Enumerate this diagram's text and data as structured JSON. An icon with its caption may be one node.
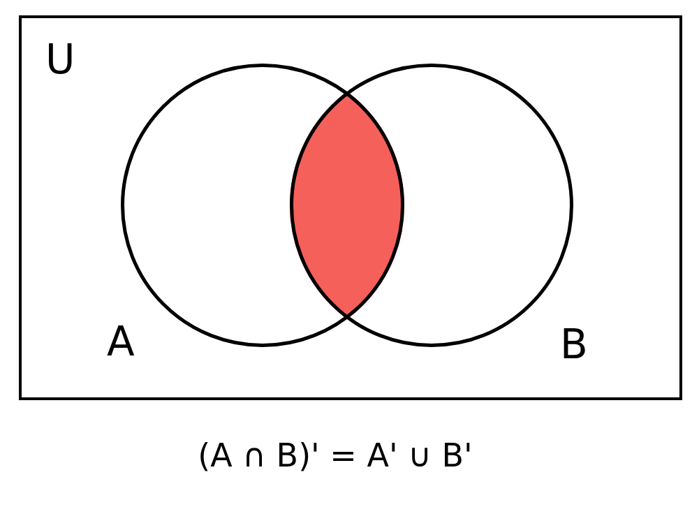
{
  "diagram": {
    "caption": "(A ∩ B)' = A' ∪ B'",
    "nodes": [
      {
        "text": [
          "U"
        ]
      },
      {
        "text": [
          "A"
        ],
        "in": 0
      },
      {
        "text": [
          "B"
        ],
        "in": 0
      },
      {
        "text": [],
        "shape": "lens"
      }
    ]
  }
}
